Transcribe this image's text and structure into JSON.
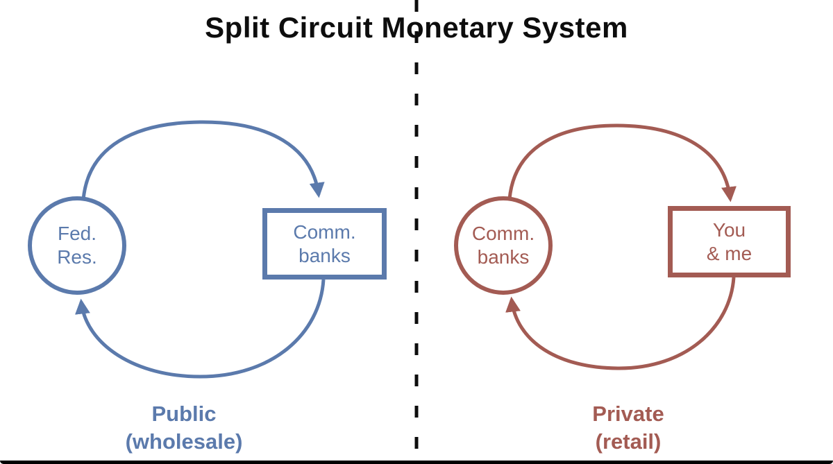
{
  "title": "Split Circuit Monetary System",
  "colors": {
    "public_accent": "#5b7aac",
    "private_accent": "#a35b53",
    "divider": "#0d0d0d",
    "background": "#ffffff"
  },
  "left_circuit": {
    "circle_node": {
      "line1": "Fed.",
      "line2": "Res."
    },
    "box_node": {
      "line1": "Comm.",
      "line2": "banks"
    },
    "caption": {
      "line1": "Public",
      "line2": "(wholesale)"
    }
  },
  "right_circuit": {
    "circle_node": {
      "line1": "Comm.",
      "line2": "banks"
    },
    "box_node": {
      "line1": "You",
      "line2": "& me"
    },
    "caption": {
      "line1": "Private",
      "line2": "(retail)"
    }
  }
}
